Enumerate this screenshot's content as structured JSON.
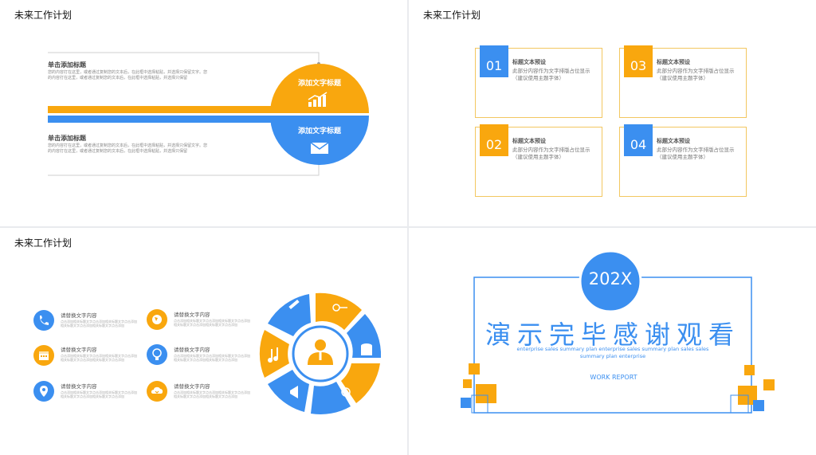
{
  "colors": {
    "blue": "#3b8ff0",
    "orange": "#f9a70e",
    "line": "#dcdcdc"
  },
  "slide1": {
    "title": "未来工作计划",
    "item1": {
      "heading": "单击添加标题",
      "text": "您的内容打在这里，或者通过复制您的文本后，在此框中选择粘贴，并选择只保留文字。您的内容打在这里，或者通过复制您的文本后，在此框中选择粘贴，并选择只保留"
    },
    "item2": {
      "heading": "单击添加标题",
      "text": "您的内容打在这里，或者通过复制您的文本后，在此框中选择粘贴，并选择只保留文字。您的内容打在这里，或者通过复制您的文本后，在此框中选择粘贴，并选择只保留"
    },
    "circle_top_label": "添加文字标题",
    "circle_bottom_label": "添加文字标题",
    "circle_top_icon": "chart-icon",
    "circle_bottom_icon": "mail-icon"
  },
  "slide2": {
    "cards": [
      {
        "num": "01",
        "title": "标题文本预设",
        "body": "此部分内容作为文字排版占位显示",
        "note": "（建议使用主题字体）",
        "color": "#3b8ff0"
      },
      {
        "num": "03",
        "title": "标题文本预设",
        "body": "此部分内容作为文字排版占位显示",
        "note": "（建议使用主题字体）",
        "color": "#f9a70e"
      },
      {
        "num": "02",
        "title": "标题文本预设",
        "body": "此部分内容作为文字排版占位显示",
        "note": "（建议使用主题字体）",
        "color": "#f9a70e"
      },
      {
        "num": "04",
        "title": "标题文本预设",
        "body": "此部分内容作为文字排版占位显示",
        "note": "（建议使用主题字体）",
        "color": "#3b8ff0"
      }
    ]
  },
  "slide3": {
    "title": "未来工作计划",
    "items": [
      {
        "label": "请替换文字内容",
        "text": "点击添加相关标题文字点击添加相关标题文字点击添加相关标题文字点击添加相关标题文字点击添加",
        "icon": "phone-icon"
      },
      {
        "label": "请替换文字内容",
        "text": "点击添加相关标题文字点击添加相关标题文字点击添加相关标题文字点击添加相关标题文字点击添加",
        "icon": "globe-icon"
      },
      {
        "label": "请替换文字内容",
        "text": "点击添加相关标题文字点击添加相关标题文字点击添加相关标题文字点击添加相关标题文字点击添加",
        "icon": "calendar-icon"
      },
      {
        "label": "请替换文字内容",
        "text": "点击添加相关标题文字点击添加相关标题文字点击添加相关标题文字点击添加相关标题文字点击添加",
        "icon": "bulb-icon"
      },
      {
        "label": "请替换文字内容",
        "text": "点击添加相关标题文字点击添加相关标题文字点击添加相关标题文字点击添加相关标题文字点击添加",
        "icon": "location-icon"
      },
      {
        "label": "请替换文字内容",
        "text": "点击添加相关标题文字点击添加相关标题文字点击添加相关标题文字点击添加相关标题文字点击添加",
        "icon": "cloud-download-icon"
      }
    ]
  },
  "slide4": {
    "year": "202X",
    "headline": "演示完毕感谢观看",
    "tagline": "enterprise sales summary plan enterprise sales summary plan sales sales summary plan enterprise",
    "report": "WORK REPORT"
  }
}
